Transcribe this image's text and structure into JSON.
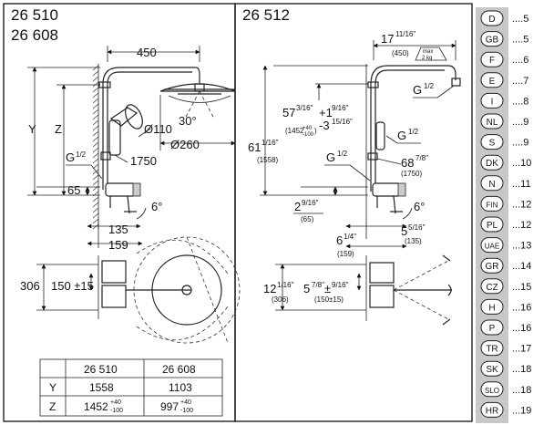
{
  "left": {
    "models": [
      "26 510",
      "26 608"
    ],
    "dims": {
      "width": "450",
      "y": "Y",
      "z": "Z",
      "hand_shower": "Ø110",
      "head_angle": "30°",
      "head": "Ø260",
      "height": "1750",
      "thread": "G",
      "thread_frac": "1/2",
      "d65": "65",
      "angle": "6°",
      "d135": "135",
      "d159": "159",
      "d306": "306",
      "d150": "150 ±15"
    },
    "table": {
      "headers": [
        "",
        "26 510",
        "26 608"
      ],
      "rows": [
        {
          "label": "Y",
          "a": "1558",
          "b": "1103"
        },
        {
          "label": "Z",
          "a": "1452",
          "a_tol_up": "+40",
          "a_tol_dn": "-100",
          "b": "997",
          "b_tol_up": "+40",
          "b_tol_dn": "-100"
        }
      ]
    }
  },
  "right": {
    "model": "26 512",
    "dims": {
      "width_in": "17",
      "width_frac": "11/16\"",
      "width_mm": "(450)",
      "max_label": "max",
      "max_weight": "2 kg",
      "thread_top": "G",
      "thread_top_frac": "1/2",
      "z_in": "57",
      "z_frac": "3/16\"",
      "z_tol": "+1",
      "z_tol_frac": "9/16\"",
      "z_tol2": "-3",
      "z_tol2_frac": "15/16\"",
      "z_mm": "(1452",
      "z_mm_up": "+40",
      "z_mm_dn": "-100",
      "z_mm_end": ")",
      "y_in": "61",
      "y_frac": "1/16\"",
      "y_mm": "(1558)",
      "thread_mid": "G",
      "thread_mid_frac": "1/2",
      "h_in": "68",
      "h_frac": "7/8\"",
      "h_mm": "(1750)",
      "thread_low": "G",
      "thread_low_frac": "1/2",
      "d2_in": "2",
      "d2_frac": "9/16\"",
      "d2_mm": "(65)",
      "angle": "6°",
      "d5_in": "5",
      "d5_frac": "5/16\"",
      "d5_mm": "(135)",
      "d6_in": "6",
      "d6_frac": "1/4\"",
      "d6_mm": "(159)",
      "d12_in": "12",
      "d12_frac": "1/16\"",
      "d12_mm": "(306)",
      "d5b_in": "5",
      "d5b_frac": "7/8\"",
      "d5b_tol": "±",
      "d5b_tol_frac": "9/16\"",
      "d5b_mm": "(150±15)"
    }
  },
  "languages": [
    {
      "code": "D",
      "page": "....5"
    },
    {
      "code": "GB",
      "page": "....5"
    },
    {
      "code": "F",
      "page": "....6"
    },
    {
      "code": "E",
      "page": "....7"
    },
    {
      "code": "I",
      "page": "....8"
    },
    {
      "code": "NL",
      "page": "....9"
    },
    {
      "code": "S",
      "page": "....9"
    },
    {
      "code": "DK",
      "page": "...10"
    },
    {
      "code": "N",
      "page": "...11"
    },
    {
      "code": "FIN",
      "page": "...12"
    },
    {
      "code": "PL",
      "page": "...12"
    },
    {
      "code": "UAE",
      "page": "...13"
    },
    {
      "code": "GR",
      "page": "...14"
    },
    {
      "code": "CZ",
      "page": "...15"
    },
    {
      "code": "H",
      "page": "...16"
    },
    {
      "code": "P",
      "page": "...16"
    },
    {
      "code": "TR",
      "page": "...17"
    },
    {
      "code": "SK",
      "page": "...18"
    },
    {
      "code": "SLO",
      "page": "...18"
    },
    {
      "code": "HR",
      "page": "...19"
    }
  ]
}
